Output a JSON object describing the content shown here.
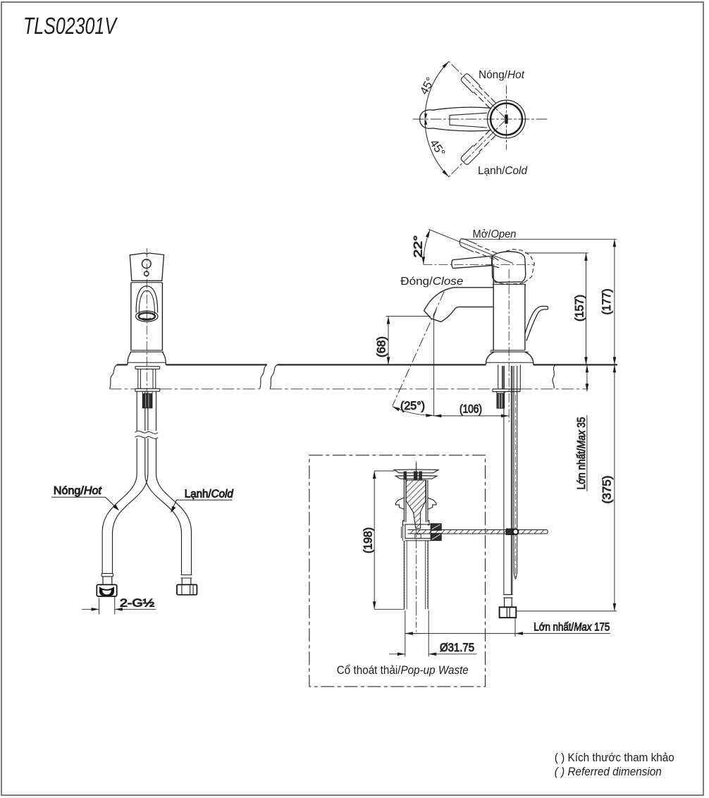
{
  "document": {
    "type": "technical-drawing",
    "product_code": "TLS02301V",
    "units_note": "dimensions in millimetres"
  },
  "colors": {
    "ink": "#1c1c1c",
    "thin_line": "#3a3a3a",
    "background": "#ffffff",
    "dark_fill": "#2b2b2b"
  },
  "title": "TLS02301V",
  "top_view": {
    "hot_label_vn": "Nóng/",
    "hot_label_en": "Hot",
    "cold_label_vn": "Lạnh/",
    "cold_label_en": "Cold",
    "swing_angle_upper": "45°",
    "swing_angle_lower": "45°"
  },
  "side_view": {
    "open_label_vn": "Mở/",
    "open_label_en": "Open",
    "close_label_vn": "Đóng/",
    "close_label_en": "Close",
    "lever_open_angle": "22°",
    "spout_height": "(68)",
    "stream_angle": "(25°)",
    "spout_reach": "(106)",
    "handle_height": "(157)",
    "max_height": "(177)",
    "deck_thickness_vn": "Lớn nhất/",
    "deck_thickness_en": "Max",
    "deck_thickness_value": " 35",
    "below_deck_length": "(375)",
    "rod_length_vn": "Lớn nhất/",
    "rod_length_en": "Max",
    "rod_length_value": " 175"
  },
  "front_view": {
    "hot_label_vn": "Nóng/",
    "hot_label_en": "Hot",
    "cold_label_vn": "Lạnh/",
    "cold_label_en": "Cold",
    "thread_dim": "2-G½"
  },
  "popup_waste": {
    "label_vn": "Cổ thoát thải/",
    "label_en": "Pop-up Waste",
    "height": "(198)",
    "tail_diameter": "Ø31.75"
  },
  "footer": {
    "note_vn": "( ) Kích thước tham khảo",
    "note_en": "( ) Referred dimension"
  }
}
